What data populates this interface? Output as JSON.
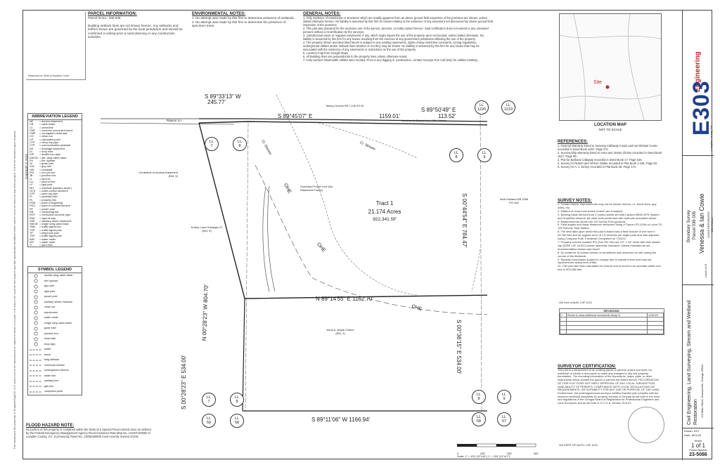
{
  "margin_note": "This drawing is the property of Engineering303, LLC and is not to be reproduced or copied in whole or in part. It is only to be used for the project and site specifically identified herein and is not to be used on any other project. It is to be returned upon request.",
  "copyright": "Copyright © 2023",
  "parcel_info": {
    "title": "PARCEL INFORMATION:",
    "parcel_no": "Parcel ID No.: 036 005",
    "note": "Building setback lines are not shown hereon. Any setbacks and buffers shown are governed by the local jurisdiction and should be confirmed in writing prior to land planning or any construction activities."
  },
  "clerk_box": "Reserved for Clerk of Superior Court",
  "environmental": {
    "title": "ENVIRONMENTAL NOTES:",
    "items": [
      "1. No attempt was made by this firm to determine presence of wetlands.",
      "2. No attempt was made by this firm to determine the presence of specimen trees."
    ]
  },
  "general_notes": {
    "title": "GENERAL NOTES:",
    "items": [
      "1. Only evidence of easements or structures which are readily apparent from an above ground field inspection of the premises are shown, unless stated otherwise hereon. No liability is assumed by this firm for losses relating to the existence of any easement not discovered by above ground field inspection of the premises.",
      "2. This plat was prepared for the exclusive use of the person, persons, or entity named hereon. Said certification does not extend to any unnamed persons without a recertification by the surveyor.",
      "3. Jurisdictional areas or negative easements, if any, which might impact the use of the property were not located, unless stated otherwise. No liability is assumed by this firm for any losses resulting from the exercise of any government jurisdiction affecting the use of the property.",
      "4. The property shown and described herein is subject to any existing easements, rights-of-way restrictive covenants, zoning regulations, underground utilities and/or setback lines whether or not they may be shown. No liability is assumed by this firm for any losses that may be associated with the existence of any easements or restrictions on the use of the property.",
      "5. Location map from Google Maps.",
      "6. All Building lines are perpendicular to the property lines unless otherwise noted.",
      "7. Only Surface Observable utilities were located. Prior to any digging or construction, contact Georgia One Call (811) for utilities marking."
    ]
  },
  "location_map": {
    "site_label": "Site",
    "title": "LOCATION MAP",
    "subtitle": "NOT TO SCALE"
  },
  "references": {
    "title": "REFERENCES:",
    "items": [
      "1. General Warranty Deed to Venessa Callaway Cowie and Ian Michael Cowie recorded in Deed Book 1257, Page 371.",
      "2. Survivorship Warranty Deed to Anna and Jessie Clinton recorded in Deed Book 1527, Page 89.",
      "3. Plat for Barbara Callaway recorded in Deed Book 17, Page 106.",
      "4. Survey for Robert and Vernon Strake recorded in Plat Book 1-105, Page 82.",
      "5. Survey for A. J. Embry recorded in Plat Book 28, Page 174."
    ]
  },
  "survey_notes": {
    "title": "SURVEY NOTES:",
    "items": [
      "1. Certain interior improvements may not be shown hereon, i.e. fence lines, guy wires, etc.",
      "2. Matters of record not shown hereon are excepted.",
      "3. Bearing basis derived from 2 control points set with Carlson BRx6 GPS System and SmartNet network. All other work performed with methods described below.",
      "4. Measurements shown are US Survey Feet (ground).",
      "5. Field angles and linear distances measured using a Topcon PS-103A or Leica TS-12P Robotic Total Station.",
      "6. The field data upon which this plat is based has a field closure of one foot in 24,782 feet and an angular error of 1.5 seconds per angle point and was adjusted using Compass Rule. Fieldwork Completed on 7/31/23.",
      "7. Property corners marked IPS (Iron Pin Set) are 1/2\" x 18\" rebar with blue plastic cap (E303 LSF #1121) unless otherwise indicated. Unless indicated as set, monumentation shown was found.",
      "8. No evidence of human burials or cemeteries was observed on site during the course of the fieldwork.",
      "9. Riparian boundaries subject to change due to natural forces and may not represent the actual limit of title.",
      "10. This plat has been calculated for closure and is found to be accurate within one foot in 903,188 feet."
    ]
  },
  "seal_stamp": "GA Cert of Auth. LSF 1121",
  "revisions": {
    "title": "REVISIONS:",
    "row1": "Revise to show additional monuments along CL",
    "row1_date": "11/01/23"
  },
  "surveyor_cert": {
    "title": "SURVEYOR CERTIFICATION:",
    "text": "This plat is a retracement of an existing parcel or parcels of land and does not subdivide or create a new parcel or make any changes to any real property boundaries. The recording information of the documents, maps, plats, or other instruments which created the parcel or parcels are stated hereon. RECORDATION OF THIS PLAT DOES NOT IMPLY APPROVAL OF ANY LOCAL JURISDICTION, AVAILABILITY OF PERMITS, COMPLIANCE WITH LOCAL REGULATIONS OR REQUIREMENTS, OR SUITABILITY FOR ANY USE OR PURPOSE OF THE LAND. Furthermore, the undersigned land surveyor certifies that this plat complies with the minimum technical standards for property surveys in Georgia as set forth in the rules and regulations of the Georgia Board of Registration for Professional Engineers and Land Surveyors and as set forth in O.C.G.A. Section 15-6-67.",
    "cert_line": "GA CERT OF AUTH. LSF 1121"
  },
  "scale": {
    "labels": [
      "0",
      "100'",
      "200'",
      "300'"
    ],
    "text": "Scale: 1\" = 100' (22\"x34\")    1\" = 200' (11\"x17\")"
  },
  "flood": {
    "title": "FLOOD HAZARD NOTE:",
    "text": "No portion of this property is contained within the limits of a Special Flood Hazard Zone as defined by the Federal Emergency Management Agency Flood Insurance Rate Map No. 13187C0250D of Lumpkin County, GA. (Community Panel No. 13035400500 most recently revised 4/4/18."
  },
  "abbr_legend": {
    "title": "ABBREVIATION LEGEND",
    "rows": [
      [
        "AE",
        "= access easement"
      ],
      [
        "CB",
        "= catch basin"
      ],
      [
        "CL",
        "= centerline"
      ],
      [
        "CMF",
        "= concrete monument found"
      ],
      [
        "CMP",
        "= corrugated metal pipe"
      ],
      [
        "CO",
        "= clean out"
      ],
      [
        "CP",
        "= calculated point"
      ],
      [
        "CTP",
        "= crimp top pipe"
      ],
      [
        "CTP",
        "= communication pedestal"
      ],
      [
        "DE",
        "= drainage easement"
      ],
      [
        "DI",
        "= drop inlet"
      ],
      [
        "DIP",
        "= ductile iron pipe"
      ],
      [
        "DWCB",
        "= dbl. wing catch basin"
      ],
      [
        "FH",
        "= fire hydrant"
      ],
      [
        "GI",
        "= grate inlet"
      ],
      [
        "GW",
        "= guy wire"
      ],
      [
        "HW",
        "= headwall"
      ],
      [
        "IPS",
        "= iron pin set"
      ],
      [
        "JB",
        "= junction box"
      ],
      [
        "LL",
        "= land lot"
      ],
      [
        "LLL",
        "= land lot line"
      ],
      [
        "LP",
        "= light pole"
      ],
      [
        "MH",
        "= manhole (sanitary sewer)"
      ],
      [
        "OCS",
        "= outlet control structure"
      ],
      [
        "OTP",
        "= open top pipe"
      ],
      [
        "PI",
        "= pedestal inlet"
      ],
      [
        "PL",
        "= property line"
      ],
      [
        "POB",
        "= point of beginning"
      ],
      [
        "POC",
        "= point of commencement"
      ],
      [
        "PP",
        "= power pole"
      ],
      [
        "RB",
        "= reinforcing bar"
      ],
      [
        "RCP",
        "= reinforced concrete pipe"
      ],
      [
        "R/W",
        "= right-of-way"
      ],
      [
        "SSE",
        "= sanitary sewer easement"
      ],
      [
        "SWCB",
        "= single wing catch basin"
      ],
      [
        "TBM",
        "= traffic signal box"
      ],
      [
        "TSP",
        "= traffic signal pole"
      ],
      [
        "TP",
        "= telephone pole"
      ],
      [
        "TSP",
        "= traffic signal pole"
      ],
      [
        "WM",
        "= water meter"
      ],
      [
        "WV",
        "= water valve"
      ],
      [
        "YI",
        "= yard inlet"
      ]
    ]
  },
  "symbol_legend": {
    "title": "SYMBOL LEGEND",
    "rows": [
      "double wing catch basin",
      "fire hydrant",
      "guy wire",
      "light pole",
      "power pole",
      "sanitary sewer manhole",
      "clean out",
      "transformer",
      "water meter",
      "single wing catch basin",
      "grate inlet",
      "junction box",
      "head wall",
      "drop sign",
      "buffer",
      "fence",
      "bldg setback",
      "overhead electric",
      "underground electric",
      "water line",
      "sanitary line",
      "gas line",
      "computed point"
    ]
  },
  "plat": {
    "bearings": {
      "north_top": "S 89°33'13\" W",
      "north_top_dist": "245.77'",
      "top": "S 89°45'07\" E",
      "top_dist": "1159.01'",
      "top_right": "S 89°50'49\" E",
      "top_right_dist": "113.52'",
      "left": "N 00°28'23\" W  804.70'",
      "right": "S 00°44'54\" E  784.47'",
      "bottom": "N 89°14'55\" E  1162.70'",
      "lower_left": "S 00°28'23\" E  534.00'",
      "lower_right": "S 00°36'15\" E  534.00'",
      "south": "S 89°11'06\" W  1166.94'"
    },
    "tract": {
      "name": "Tract 1",
      "acres": "21.174 Acres",
      "sf": "922,341 SF"
    },
    "ll_markers": [
      [
        "LL",
        "7"
      ],
      [
        "LL",
        "8"
      ],
      [
        "LL",
        "8"
      ],
      [
        "LL",
        "9"
      ],
      [
        "LL",
        "1220"
      ],
      [
        "LL",
        "1219"
      ],
      [
        "LL",
        "7"
      ],
      [
        "LL",
        "8"
      ],
      [
        "LL",
        "59"
      ],
      [
        "LL",
        "58"
      ],
      [
        "LL",
        "8"
      ],
      [
        "LL",
        "9"
      ],
      [
        "LL",
        "58"
      ],
      [
        "LL",
        "57"
      ]
    ],
    "road": "Raynor Ln",
    "stream": "Cl. Stream",
    "ohe": "OHE",
    "access_note": "Centerline of Access Easement (Ref. 5)",
    "overhead_note": "Overhead Power Line (No Easement Found)",
    "owner_left": "Embry Land Holdings LP (Ref. 5)",
    "owner_right": "Seth Kirkland DB 1596 PG 492",
    "owner_bottom": "Anna & Jessie Clinton (Ref. 2)",
    "owner_top": "Tammy Greene PB 7-105 PG 82",
    "llline": "Land Lot & District Line  12th District"
  },
  "titleblock": {
    "brand_top": "Engineering",
    "brand_main": "E303",
    "county": "Lumpkin County, GA",
    "survey_type": "Boundary Survey",
    "parcel": "Parcel 036 005",
    "client": "Venessa & Ian Cowie",
    "area": "UNINCORPORATED",
    "district": "12th District",
    "ll": "Land Lot 8",
    "services": "Civil Engineering, Land Surveying, Stream and Wetland Restoration",
    "address": "115 Main Street, Dawsonville, Georgia 30534",
    "date_label": "Date:",
    "date": "8/21/23",
    "drawn_label": "Drawn:",
    "drawn": "KKT",
    "sheet_label": "Sheet",
    "sheet": "1 of 1",
    "project_label": "Project Number",
    "project": "23-5086"
  },
  "colors": {
    "brand": "#1f3f8a",
    "accent_red": "#c0282d",
    "site": "#c0282d",
    "line": "#333333"
  }
}
